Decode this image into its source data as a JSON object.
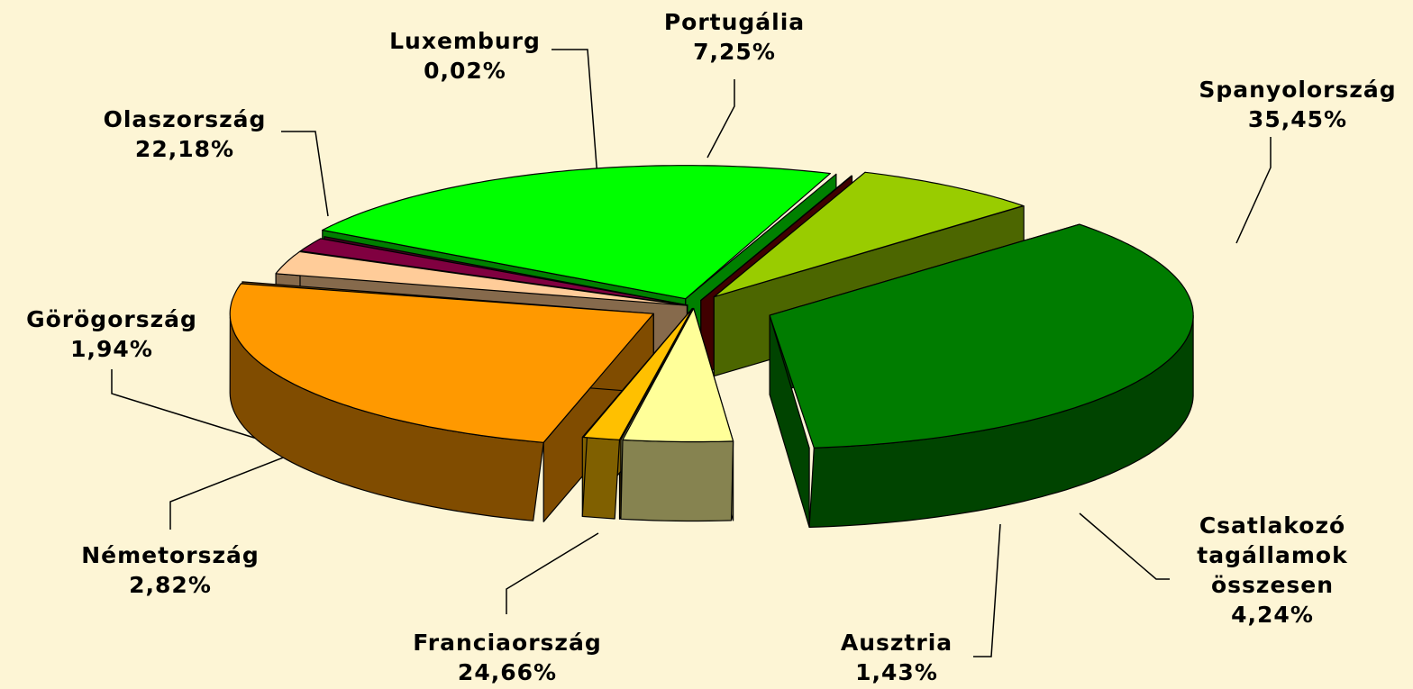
{
  "chart_data": {
    "type": "pie",
    "title": "",
    "slices": [
      {
        "key": "spanyol",
        "name": "Spanyolország",
        "value": 35.45,
        "label": "35,45%",
        "top": "#007c00",
        "side": "#004400"
      },
      {
        "key": "csatlakozo",
        "name": "Csatlakozó tagállamok összesen",
        "value": 4.24,
        "label": "4,24%",
        "top": "#ffff99",
        "side": "#868350"
      },
      {
        "key": "ausztria",
        "name": "Ausztria",
        "value": 1.43,
        "label": "1,43%",
        "top": "#ffc000",
        "side": "#806000"
      },
      {
        "key": "francia",
        "name": "Franciaország",
        "value": 24.66,
        "label": "24,66%",
        "top": "#ff9900",
        "side": "#804c00"
      },
      {
        "key": "nemet",
        "name": "Németország",
        "value": 2.82,
        "label": "2,82%",
        "top": "#ffcc99",
        "side": "#866a4c"
      },
      {
        "key": "gorog",
        "name": "Görögország",
        "value": 1.94,
        "label": "1,94%",
        "top": "#800040",
        "side": "#400020"
      },
      {
        "key": "olasz",
        "name": "Olaszország",
        "value": 22.18,
        "label": "22,18%",
        "top": "#00ff00",
        "side": "#008000"
      },
      {
        "key": "luxemburg",
        "name": "Luxemburg",
        "value": 0.02,
        "label": "0,02%",
        "top": "#800000",
        "side": "#400000"
      },
      {
        "key": "portugal",
        "name": "Portugália",
        "value": 7.25,
        "label": "7,25%",
        "top": "#99cc00",
        "side": "#4c6600"
      }
    ]
  },
  "labels": {
    "spanyol": {
      "l1": "Spanyolország",
      "l2": "35,45%"
    },
    "csatlakozo": {
      "l1": "Csatlakozó",
      "l2": "tagállamok",
      "l3": "összesen",
      "l4": "4,24%"
    },
    "ausztria": {
      "l1": "Ausztria",
      "l2": "1,43%"
    },
    "francia": {
      "l1": "Franciaország",
      "l2": "24,66%"
    },
    "nemet": {
      "l1": "Németország",
      "l2": "2,82%"
    },
    "gorog": {
      "l1": "Görögország",
      "l2": "1,94%"
    },
    "olasz": {
      "l1": "Olaszország",
      "l2": "22,18%"
    },
    "luxemburg": {
      "l1": "Luxemburg",
      "l2": "0,02%"
    },
    "portugal": {
      "l1": "Portugália",
      "l2": "7,25%"
    }
  }
}
